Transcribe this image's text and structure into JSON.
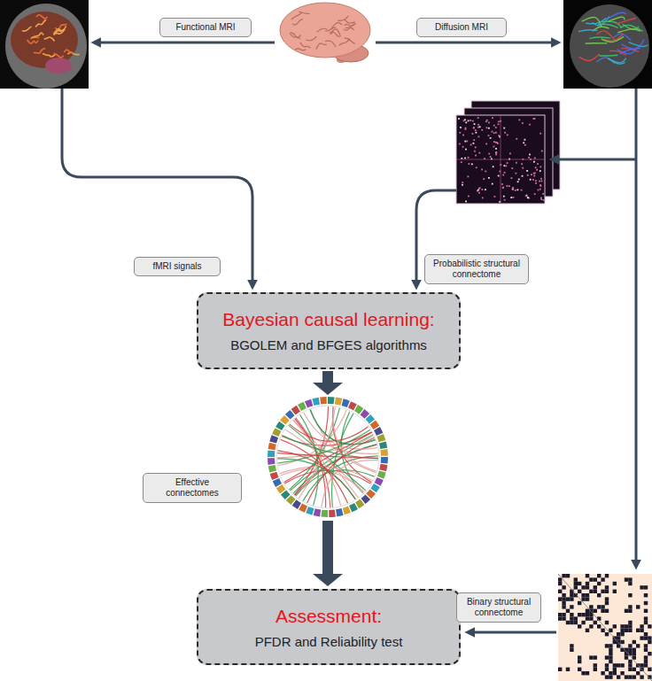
{
  "diagram": {
    "nodes": [
      {
        "text": [
          "Functional MRI"
        ]
      },
      {
        "text": [
          "Diffusion MRI"
        ]
      },
      {
        "text": [
          "fMRI signals"
        ]
      },
      {
        "text": [
          "Probabilistic structural connectome"
        ]
      },
      {
        "text": [
          "Bayesian causal learning:",
          "BGOLEM and BFGES algorithms"
        ]
      },
      {
        "text": [
          "Effective connectomes"
        ]
      },
      {
        "text": [
          "Assessment:",
          "PFDR and Reliability test"
        ]
      },
      {
        "text": [
          "Binary structural connectome"
        ]
      }
    ]
  }
}
